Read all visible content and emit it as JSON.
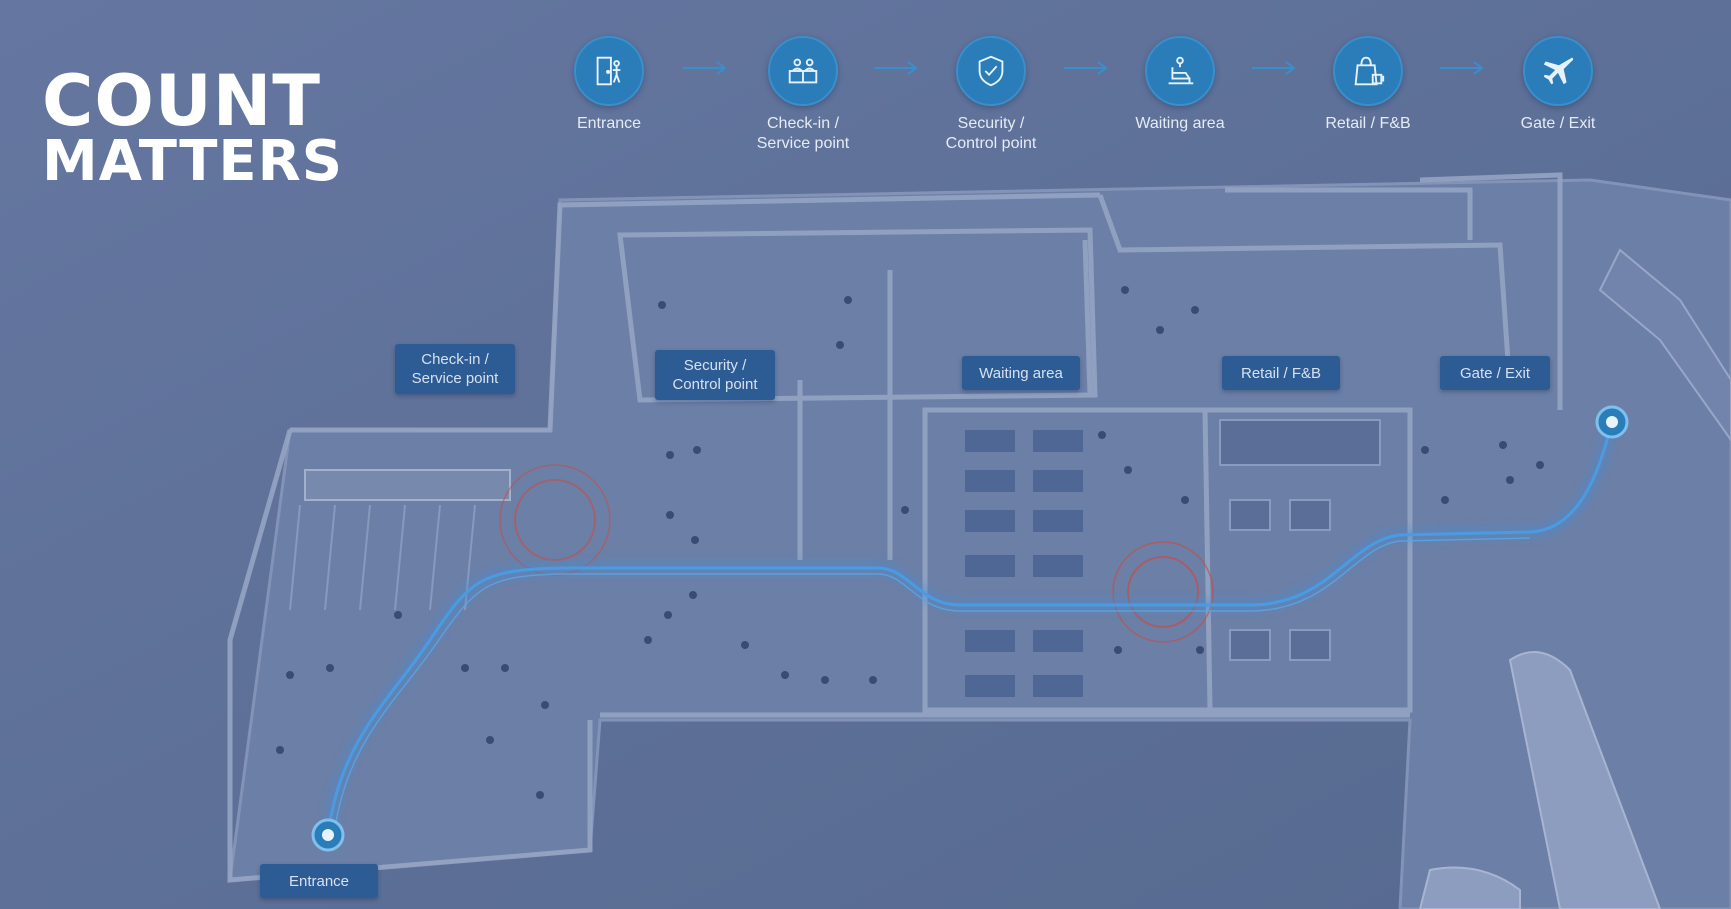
{
  "brand": {
    "line1": "COUNT",
    "line2": "MATTERS"
  },
  "steps": [
    {
      "label": "Entrance",
      "icon": "door-entrance-icon"
    },
    {
      "label": "Check-in /\nService point",
      "icon": "service-desk-icon"
    },
    {
      "label": "Security /\nControl point",
      "icon": "shield-check-icon"
    },
    {
      "label": "Waiting area",
      "icon": "seated-person-icon"
    },
    {
      "label": "Retail / F&B",
      "icon": "shopping-bag-icon"
    },
    {
      "label": "Gate / Exit",
      "icon": "airplane-icon"
    }
  ],
  "map_labels": {
    "checkin": "Check-in /\nService point",
    "security": "Security /\nControl point",
    "waiting": "Waiting area",
    "retail": "Retail / F&B",
    "gate": "Gate / Exit",
    "entrance": "Entrance"
  },
  "colors": {
    "overlay": "#5b6f97",
    "accent": "#2a7db8",
    "tag": "#2d5b93",
    "path": "#3f8ed8",
    "heat": "#c0504d"
  }
}
